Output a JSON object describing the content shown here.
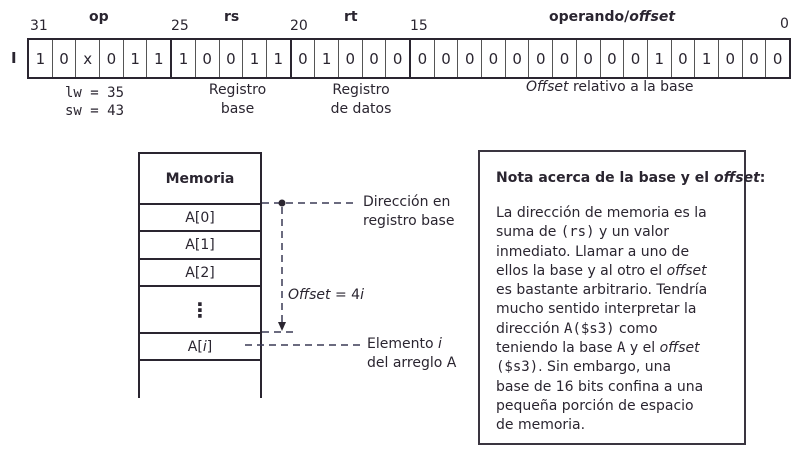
{
  "format_label": "I",
  "bit_positions": {
    "b31": "31",
    "b25": "25",
    "b20": "20",
    "b15": "15",
    "b0": "0"
  },
  "fields": {
    "op": {
      "name": "op",
      "bits": [
        "1",
        "0",
        "x",
        "0",
        "1",
        "1"
      ]
    },
    "rs": {
      "name": "rs",
      "bits": [
        "1",
        "0",
        "0",
        "1",
        "1"
      ]
    },
    "rt": {
      "name": "rt",
      "bits": [
        "0",
        "1",
        "0",
        "0",
        "0"
      ]
    },
    "offset": {
      "name_main": "operando/",
      "name_italic": "offset",
      "bits": [
        "0",
        "0",
        "0",
        "0",
        "0",
        "0",
        "0",
        "0",
        "0",
        "0",
        "1",
        "0",
        "1",
        "0",
        "0",
        "0"
      ]
    }
  },
  "captions": {
    "op_lw": "lw = 35",
    "op_sw": "sw = 43",
    "rs_line1": "Registro",
    "rs_line2": "base",
    "rt_line1": "Registro",
    "rt_line2": "de datos",
    "offset_italic": "Offset",
    "offset_rest": " relativo a la base"
  },
  "memory": {
    "header": "Memoria",
    "cells": [
      "A[0]",
      "A[1]",
      "A[2]"
    ],
    "ellipsis": "⋮",
    "elem_prefix": "A[",
    "elem_index": "i",
    "elem_suffix": "]"
  },
  "annotations": {
    "base_line1": "Dirección en",
    "base_line2": "registro base",
    "offset_italic": "Offset",
    "offset_eq": " = 4",
    "offset_i": "i",
    "elem_line1_a": "Elemento ",
    "elem_line1_i": "i",
    "elem_line2": "del arreglo A"
  },
  "note": {
    "title_main": "Nota acerca de la base y el ",
    "title_italic": "offset",
    "title_colon": ":",
    "lines": [
      [
        {
          "t": "La dirección de memoria es la"
        }
      ],
      [
        {
          "t": "suma de "
        },
        {
          "t": "(rs)",
          "s": "mono"
        },
        {
          "t": " y un valor"
        }
      ],
      [
        {
          "t": "inmediato. Llamar a uno de"
        }
      ],
      [
        {
          "t": "ellos la base y al otro el "
        },
        {
          "t": "offset",
          "s": "it"
        }
      ],
      [
        {
          "t": "es bastante arbitrario. Tendría"
        }
      ],
      [
        {
          "t": "mucho sentido interpretar la"
        }
      ],
      [
        {
          "t": "dirección "
        },
        {
          "t": "A($s3)",
          "s": "mono"
        },
        {
          "t": " como"
        }
      ],
      [
        {
          "t": "teniendo la base "
        },
        {
          "t": "A",
          "s": "mono"
        },
        {
          "t": " y el "
        },
        {
          "t": "offset",
          "s": "it"
        }
      ],
      [
        {
          "t": "($s3)",
          "s": "mono"
        },
        {
          "t": ". Sin embargo, una"
        }
      ],
      [
        {
          "t": "base de 16 bits confina a una"
        }
      ],
      [
        {
          "t": "pequeña porción de espacio"
        }
      ],
      [
        {
          "t": "de memoria."
        }
      ]
    ]
  },
  "colors": {
    "ink": "#2a2530",
    "dashed": "#3a3a55"
  }
}
